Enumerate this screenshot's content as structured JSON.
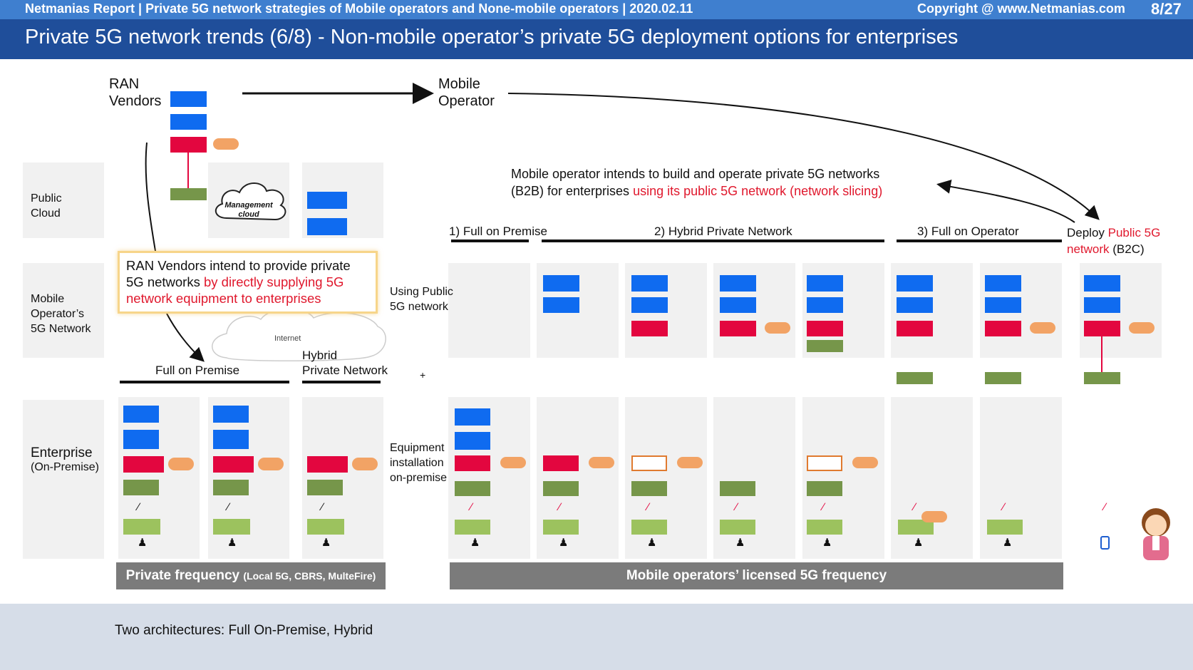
{
  "header": {
    "report": "Netmanias Report | Private 5G network strategies of Mobile operators and None-mobile operators  | 2020.02.11",
    "copyright": "Copyright @ www.Netmanias.com",
    "page": "8/27",
    "title": "Private 5G network trends (6/8) - Non-mobile operator’s private 5G deployment options for enterprises"
  },
  "rows": {
    "public_cloud": [
      "Public",
      "Cloud"
    ],
    "mobile_network": [
      "Mobile",
      "Operator’s",
      "5G Network"
    ],
    "enterprise": [
      "Enterprise",
      "(On-Premise)"
    ]
  },
  "actors": {
    "ran_vendors": [
      "RAN",
      "Vendors"
    ],
    "mobile_operator": [
      "Mobile",
      "Operator"
    ]
  },
  "cloud": {
    "management": [
      "Management",
      "cloud"
    ],
    "internet": "Internet"
  },
  "callouts": {
    "ran_line1": "RAN Vendors intend to provide private",
    "ran_line2_plain": "5G networks ",
    "ran_line2_red": "by directly supplying 5G",
    "ran_line3_red": "network equipment to enterprises",
    "mno_line1": "Mobile operator intends to build and operate private 5G networks",
    "mno_line2_plain": "(B2B) for enterprises ",
    "mno_line2_red": "using its public 5G network (network slicing)"
  },
  "sections": {
    "full_on_premise": "Full on Premise",
    "hybrid_private": [
      "Hybrid",
      "Private Network"
    ],
    "opt1": "1) Full on Premise",
    "opt2": "2) Hybrid Private Network",
    "opt3": "3) Full on Operator",
    "deploy_plain": "Deploy ",
    "deploy_red1": "Public 5G",
    "deploy_red2": "network",
    "deploy_tail": " (B2C)"
  },
  "notes": {
    "using_public": [
      "Using Public",
      "5G network"
    ],
    "equipment": [
      "Equipment",
      "installation",
      "on-premise"
    ],
    "plus": "+"
  },
  "bars": {
    "private_freq_main": "Private frequency ",
    "private_freq_small": "(Local 5G, CBRS, MulteFire)",
    "licensed_freq": "Mobile operators’ licensed 5G frequency"
  },
  "footer": {
    "text": "Two architectures: Full On-Premise, Hybrid"
  },
  "colors": {
    "title_bar": "#1f4e9a",
    "top_bar": "#3f7fcf",
    "accent_red": "#e0182d",
    "equipment_blue": "#0f6bf0",
    "equipment_crimson": "#e3063f",
    "equipment_green": "#76964a"
  }
}
